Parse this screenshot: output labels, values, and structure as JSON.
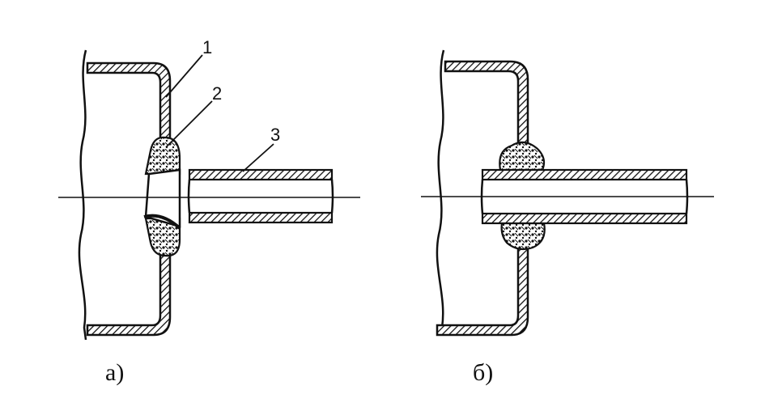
{
  "labels": {
    "part1": "1",
    "part2": "2",
    "part3": "3"
  },
  "captions": {
    "left": "а)",
    "right": "б)"
  },
  "colors": {
    "ink": "#111111",
    "paper": "#ffffff"
  }
}
